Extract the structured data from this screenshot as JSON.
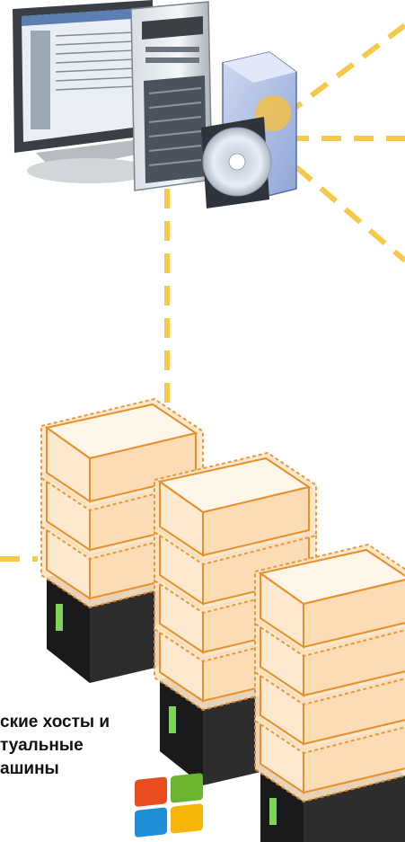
{
  "caption": {
    "line1": "ские хосты и",
    "line2": "туальные",
    "line3": "ашины"
  },
  "colors": {
    "connector": "#f7c948",
    "vm_outline": "#e8902a",
    "vm_fill": "#fbe6c8",
    "server_dark": "#2d2d2d",
    "win_red": "#e84c1f",
    "win_green": "#6ab42e",
    "win_blue": "#1e8fd6",
    "win_yellow": "#f7b50a"
  },
  "icons": {
    "monitor": "desktop-monitor-icon",
    "tower": "server-tower-icon",
    "software": "software-box-icon",
    "disc": "cd-disc-icon",
    "hosts": "virtual-machine-host-icon",
    "windows": "windows-logo-icon"
  }
}
